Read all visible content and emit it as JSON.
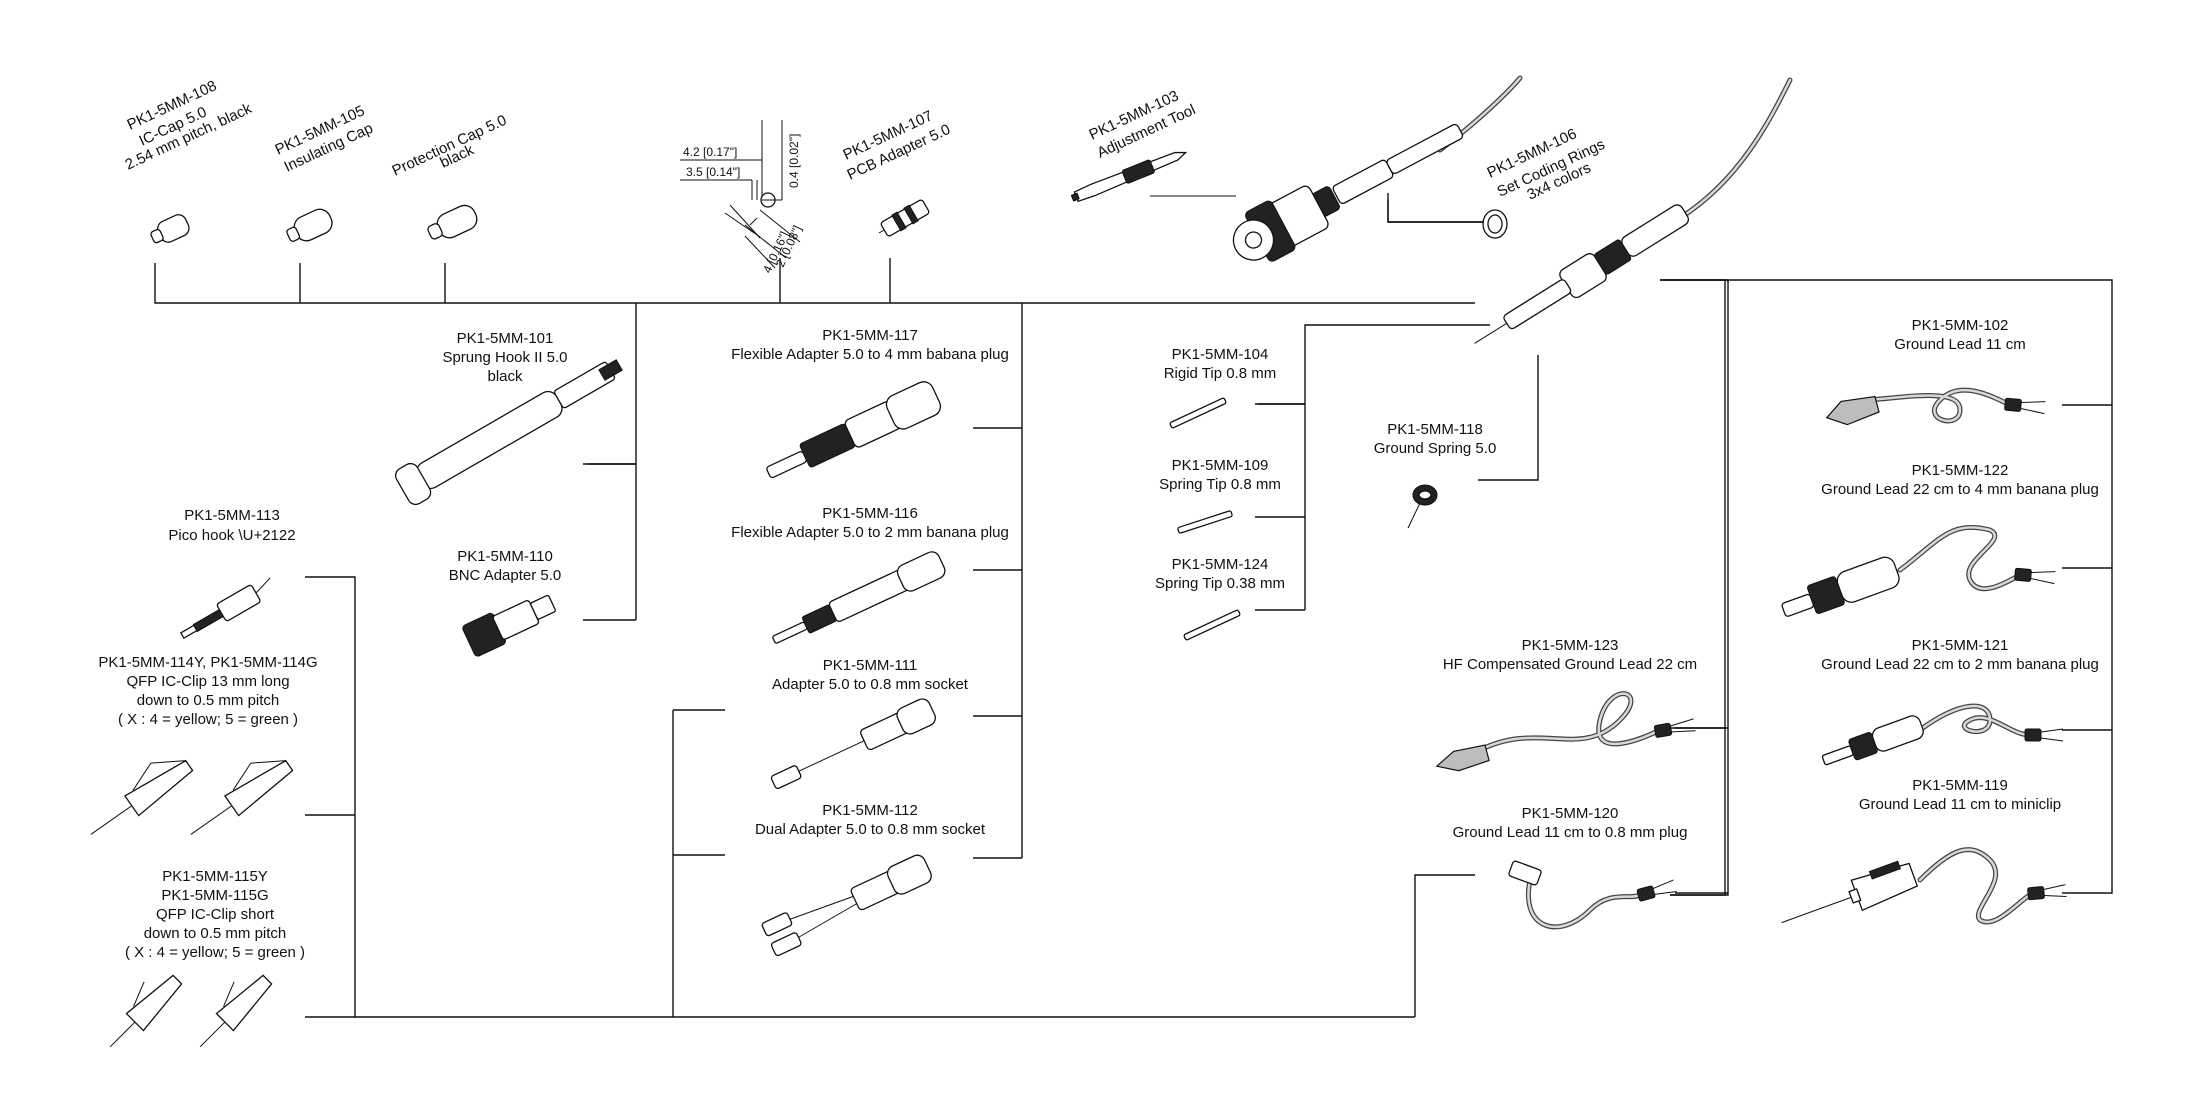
{
  "parts": {
    "p108": {
      "l1": "PK1-5MM-108",
      "l2": "IC-Cap 5.0",
      "l3": "2.54 mm pitch, black"
    },
    "p105": {
      "l1": "PK1-5MM-105",
      "l2": "Insulating Cap"
    },
    "pcap": {
      "l1": "Protection Cap 5.0",
      "l2": "black"
    },
    "p107": {
      "l1": "PK1-5MM-107",
      "l2": "PCB Adapter 5.0"
    },
    "p103": {
      "l1": "PK1-5MM-103",
      "l2": "Adjustment Tool"
    },
    "p106": {
      "l1": "PK1-5MM-106",
      "l2": "Set Coding Rings",
      "l3": "3x4 colors"
    },
    "p101": {
      "l1": "PK1-5MM-101",
      "l2": "Sprung Hook II 5.0",
      "l3": "black"
    },
    "p110": {
      "l1": "PK1-5MM-110",
      "l2": "BNC Adapter 5.0"
    },
    "p113": {
      "l1": "PK1-5MM-113",
      "l2": "Pico hook \\U+2122"
    },
    "p114": {
      "l1": "PK1-5MM-114Y, PK1-5MM-114G",
      "l2": "QFP IC-Clip 13 mm long",
      "l3": "down to 0.5 mm pitch",
      "l4": "( X : 4 = yellow; 5 = green )"
    },
    "p115": {
      "l1": "PK1-5MM-115Y",
      "l2": "PK1-5MM-115G",
      "l3": "QFP IC-Clip short",
      "l4": "down to 0.5 mm pitch",
      "l5": "( X : 4 = yellow; 5 = green )"
    },
    "p117": {
      "l1": "PK1-5MM-117",
      "l2": "Flexible Adapter 5.0 to 4 mm babana plug"
    },
    "p116": {
      "l1": "PK1-5MM-116",
      "l2": "Flexible Adapter 5.0 to 2 mm banana plug"
    },
    "p111": {
      "l1": "PK1-5MM-111",
      "l2": "Adapter 5.0 to 0.8 mm socket"
    },
    "p112": {
      "l1": "PK1-5MM-112",
      "l2": "Dual Adapter 5.0 to 0.8 mm socket"
    },
    "p104": {
      "l1": "PK1-5MM-104",
      "l2": "Rigid Tip 0.8 mm"
    },
    "p109": {
      "l1": "PK1-5MM-109",
      "l2": "Spring Tip 0.8 mm"
    },
    "p124": {
      "l1": "PK1-5MM-124",
      "l2": "Spring Tip 0.38 mm"
    },
    "p118": {
      "l1": "PK1-5MM-118",
      "l2": "Ground Spring 5.0"
    },
    "p123": {
      "l1": "PK1-5MM-123",
      "l2": "HF Compensated Ground Lead 22 cm"
    },
    "p120": {
      "l1": "PK1-5MM-120",
      "l2": "Ground Lead 11 cm to 0.8 mm plug"
    },
    "p102": {
      "l1": "PK1-5MM-102",
      "l2": "Ground Lead 11 cm"
    },
    "p122": {
      "l1": "PK1-5MM-122",
      "l2": "Ground Lead 22 cm to 4 mm banana plug"
    },
    "p121": {
      "l1": "PK1-5MM-121",
      "l2": "Ground Lead 22 cm to 2 mm banana plug"
    },
    "p119": {
      "l1": "PK1-5MM-119",
      "l2": "Ground Lead 11 cm to miniclip"
    }
  },
  "dimensions": {
    "d1": "4.2 [0.17\"]",
    "d2": "3.5 [0.14\"]",
    "d3": "0.4 [0.02\"]",
    "d4": "2 [0.08\"]",
    "d5": "4 [0.16\"]"
  },
  "colors": {
    "line": "#111111",
    "cable": "#444444",
    "background": "#ffffff"
  }
}
